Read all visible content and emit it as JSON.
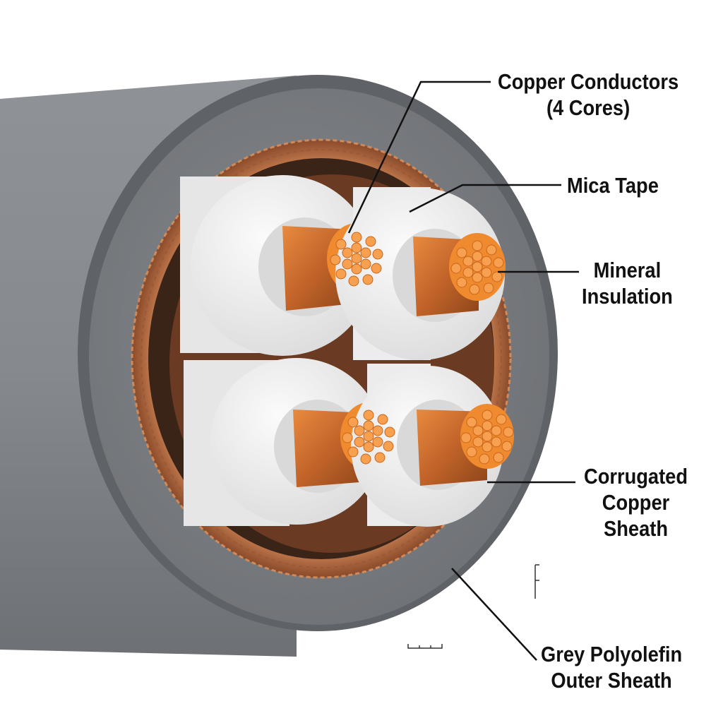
{
  "labels": {
    "conductors": {
      "line1": "Copper Conductors",
      "line2": "(4 Cores)"
    },
    "mica": {
      "line1": "Mica Tape"
    },
    "mineral": {
      "line1": "Mineral",
      "line2": "Insulation"
    },
    "corrugated": {
      "line1": "Corrugated",
      "line2": "Copper",
      "line3": "Sheath"
    },
    "outer": {
      "line1": "Grey Polyolefin",
      "line2": "Outer Sheath"
    }
  },
  "colors": {
    "outer_sheath": "#7d8084",
    "copper_sheath": "#b87048",
    "mineral_insulation": "#f2f2f2",
    "mica_tape": "#d9d9d9",
    "conductor_strand": "#f08a2e"
  }
}
